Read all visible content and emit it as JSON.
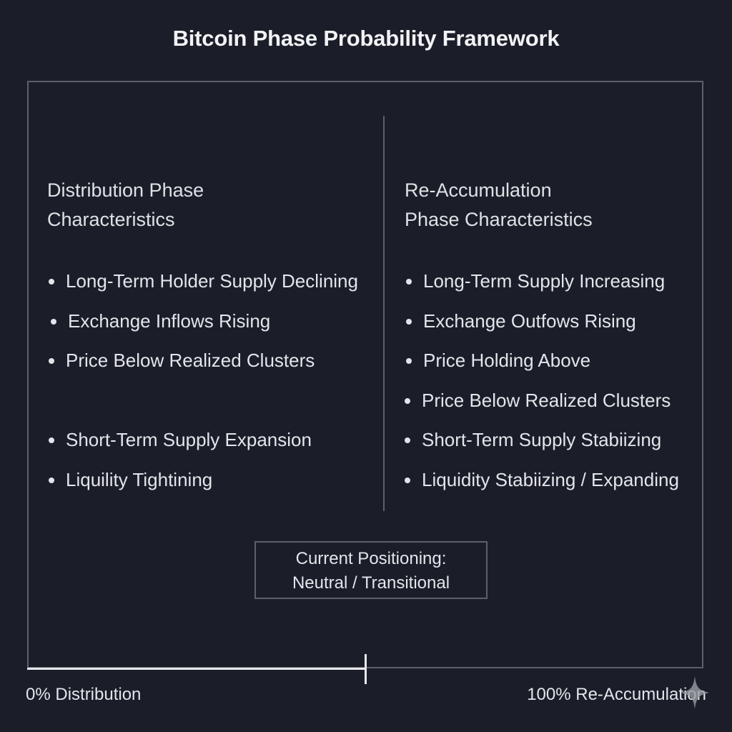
{
  "title": "Bitcoin Phase Probability Framework",
  "left_column": {
    "heading": "Distribution Phase\nCharacteristics",
    "bullets": [
      "Long-Term Holder Supply Declining",
      "Exchange Inflows Rising",
      "Price Below Realized Clusters",
      "Short-Term Supply Expansion",
      "Liquility Tightining"
    ]
  },
  "right_column": {
    "heading": "Re-Accumulation\nPhase Characteristics",
    "bullets": [
      "Long-Term Supply Increasing",
      "Exchange Outfows Rising",
      "Price Holding Above",
      "Price Below Realized Clusters",
      "Short-Term Supply Stabiizing",
      "Liquidity Stabiizing / Expanding"
    ]
  },
  "current_positioning": {
    "line1": "Current Positioning:",
    "line2": "Neutral / Transitional"
  },
  "scale": {
    "left_label": "0% Distribution",
    "right_label": "100% Re-Accumulation",
    "marker_percent": 50
  },
  "colors": {
    "background": "#1b1e29",
    "border": "#5c606b",
    "text": "#e3e5e9"
  },
  "icons": [
    "sparkle-icon"
  ]
}
